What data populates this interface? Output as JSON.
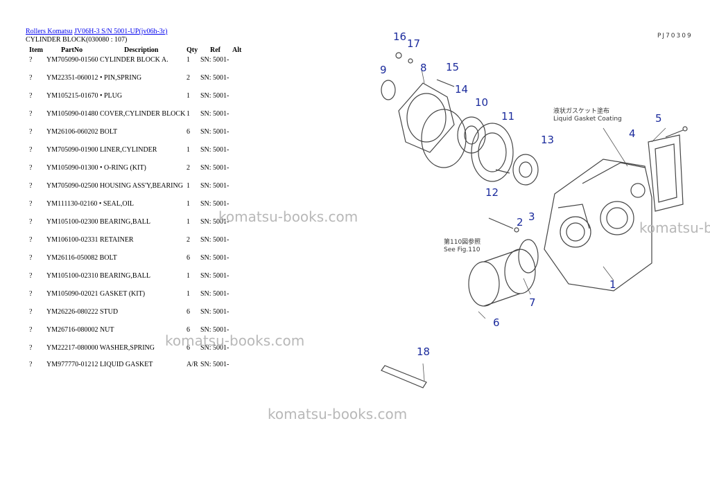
{
  "breadcrumb": {
    "link1": "Rollers Komatsu",
    "link2": "JV06H-3 S/N 5001-UP(jv06h-3r)"
  },
  "page_title": "CYLINDER BLOCK(030080 : 107)",
  "columns": {
    "item": "Item",
    "part_no": "PartNo",
    "description": "Description",
    "qty": "Qty",
    "ref": "Ref",
    "alt": "Alt"
  },
  "rows": [
    {
      "item": "?",
      "part_no": "YM705090-01560",
      "description": "CYLINDER BLOCK A.",
      "qty": "1",
      "ref": "SN: 5001-"
    },
    {
      "item": "?",
      "part_no": "YM22351-060012",
      "description": "• PIN,SPRING",
      "qty": "2",
      "ref": "SN: 5001-"
    },
    {
      "item": "?",
      "part_no": "YM105215-01670",
      "description": "• PLUG",
      "qty": "1",
      "ref": "SN: 5001-"
    },
    {
      "item": "?",
      "part_no": "YM105090-01480",
      "description": "COVER,CYLINDER BLOCK",
      "qty": "1",
      "ref": "SN: 5001-"
    },
    {
      "item": "?",
      "part_no": "YM26106-060202",
      "description": "BOLT",
      "qty": "6",
      "ref": "SN: 5001-"
    },
    {
      "item": "?",
      "part_no": "YM705090-01900",
      "description": "LINER,CYLINDER",
      "qty": "1",
      "ref": "SN: 5001-"
    },
    {
      "item": "?",
      "part_no": "YM105090-01300",
      "description": "• O-RING (KIT)",
      "qty": "2",
      "ref": "SN: 5001-"
    },
    {
      "item": "?",
      "part_no": "YM705090-02500",
      "description": "HOUSING ASS'Y,BEARING",
      "qty": "1",
      "ref": "SN: 5001-"
    },
    {
      "item": "?",
      "part_no": "YM111130-02160",
      "description": "• SEAL,OIL",
      "qty": "1",
      "ref": "SN: 5001-"
    },
    {
      "item": "?",
      "part_no": "YM105100-02300",
      "description": "BEARING,BALL",
      "qty": "1",
      "ref": "SN: 5001-"
    },
    {
      "item": "?",
      "part_no": "YM106100-02331",
      "description": "RETAINER",
      "qty": "2",
      "ref": "SN: 5001-"
    },
    {
      "item": "?",
      "part_no": "YM26116-050082",
      "description": "BOLT",
      "qty": "6",
      "ref": "SN: 5001-"
    },
    {
      "item": "?",
      "part_no": "YM105100-02310",
      "description": "BEARING,BALL",
      "qty": "1",
      "ref": "SN: 5001-"
    },
    {
      "item": "?",
      "part_no": "YM105090-02021",
      "description": "GASKET (KIT)",
      "qty": "1",
      "ref": "SN: 5001-"
    },
    {
      "item": "?",
      "part_no": "YM26226-080222",
      "description": "STUD",
      "qty": "6",
      "ref": "SN: 5001-"
    },
    {
      "item": "?",
      "part_no": "YM26716-080002",
      "description": "NUT",
      "qty": "6",
      "ref": "SN: 5001-"
    },
    {
      "item": "?",
      "part_no": "YM22217-080000",
      "description": "WASHER,SPRING",
      "qty": "6",
      "ref": "SN: 5001-"
    },
    {
      "item": "?",
      "part_no": "YM977770-01212",
      "description": "LIQUID GASKET",
      "qty": "A/R",
      "ref": "SN: 5001-"
    }
  ],
  "watermark": "komatsu-books.com",
  "drawing": {
    "code": "PJ70309",
    "note_jp": "液状ガスケット塗布",
    "note_en": "Liquid Gasket Coating",
    "see_jp": "第110図参照",
    "see_en": "See Fig.110",
    "callouts": [
      "1",
      "2",
      "3",
      "4",
      "5",
      "6",
      "7",
      "8",
      "9",
      "10",
      "11",
      "12",
      "13",
      "14",
      "15",
      "16",
      "17",
      "18"
    ],
    "callout_color": "#1a2a9c"
  }
}
